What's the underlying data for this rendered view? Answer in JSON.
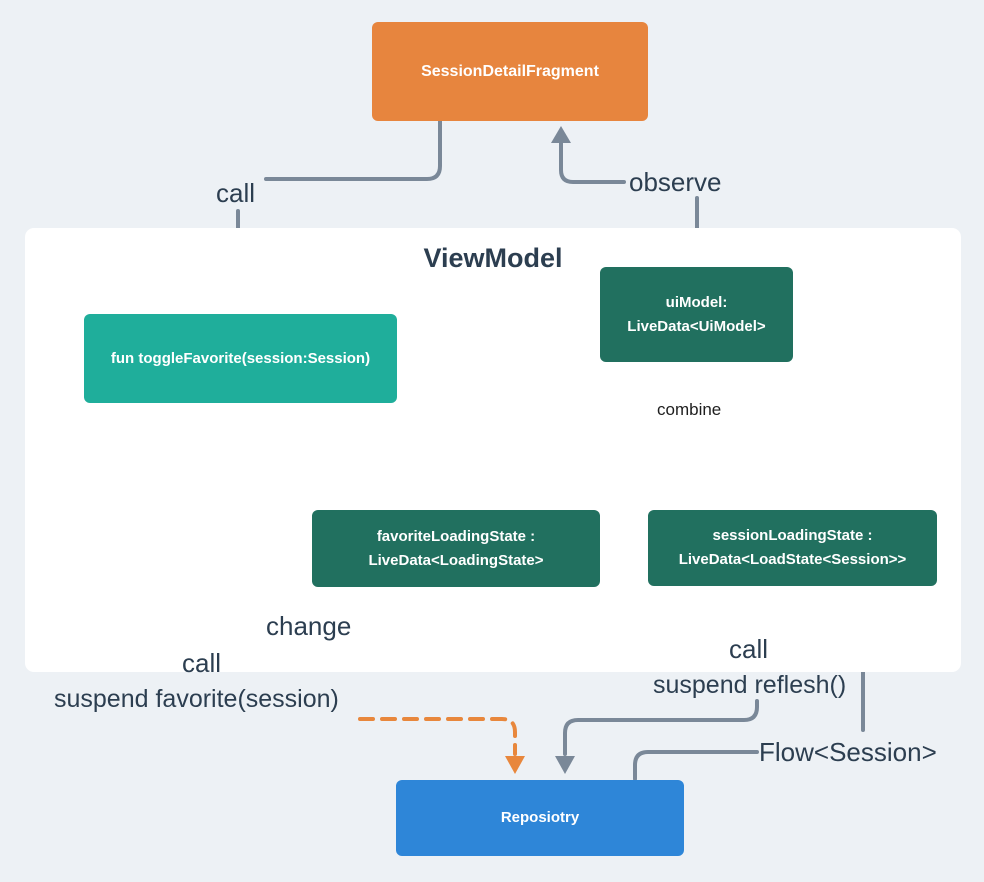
{
  "diagram": {
    "panel_title": "ViewModel"
  },
  "nodes": {
    "fragment": {
      "label": "SessionDetailFragment"
    },
    "toggle_favorite": {
      "label": "fun toggleFavorite(session:Session)"
    },
    "ui_model": {
      "lines": [
        "uiModel:",
        "LiveData<UiModel>"
      ]
    },
    "favorite_loading_state": {
      "lines": [
        "favoriteLoadingState :",
        "LiveData<LoadingState>"
      ]
    },
    "session_loading_state": {
      "lines": [
        "sessionLoadingState :",
        "LiveData<LoadState<Session>>"
      ]
    },
    "repository": {
      "label": "Reposiotry"
    }
  },
  "edge_labels": {
    "call_top": "call",
    "observe": "observe",
    "combine": "combine",
    "change": "change",
    "call_bottom_left": "call",
    "suspend_favorite": "suspend favorite(session)",
    "call_bottom_right": "call",
    "suspend_reflesh": "suspend reflesh()",
    "flow_session": "Flow<Session>"
  },
  "colors": {
    "bg": "#EDF1F5",
    "panel": "#FFFFFF",
    "orange": "#E7853E",
    "teal": "#1FAE9B",
    "green": "#21705F",
    "blue": "#2E86D8",
    "line_gray": "#7A8898",
    "line_orange": "#E8873C",
    "text_dark": "#2C3E50",
    "node_text": "#FFFFFF"
  }
}
